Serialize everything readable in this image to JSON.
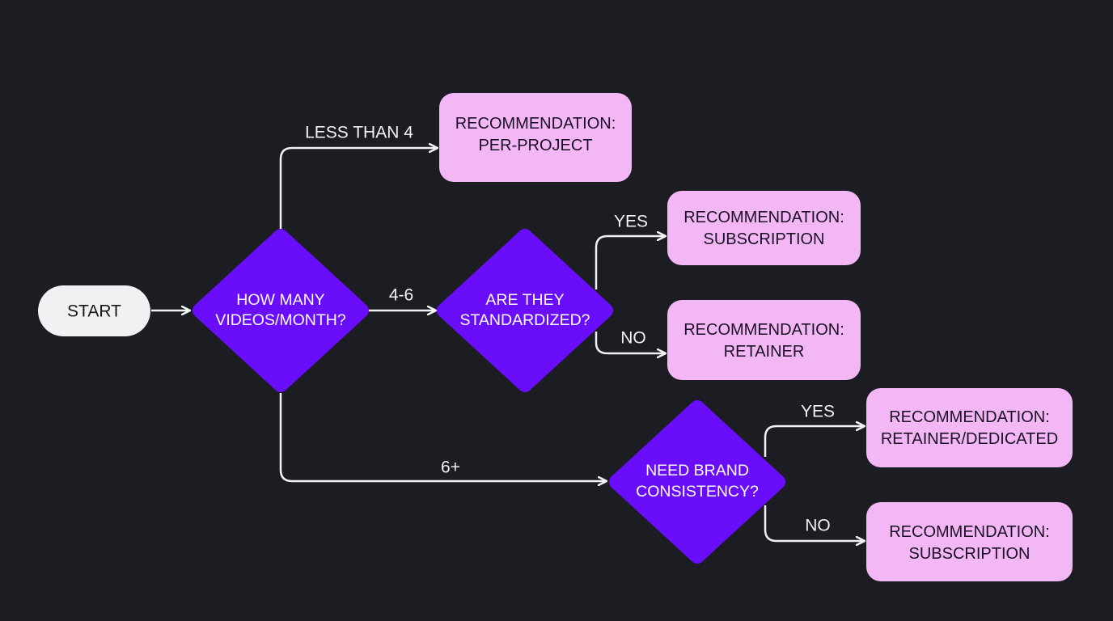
{
  "colors": {
    "background": "#1b1d23",
    "start_fill": "#f1f1f3",
    "decision_fill": "#6a0dfb",
    "result_fill": "#f4b7f5",
    "edge": "#f2f2f2"
  },
  "nodes": {
    "start": {
      "label": "START"
    },
    "videos_per_month": {
      "lines": [
        "HOW MANY",
        "VIDEOS/MONTH?"
      ]
    },
    "standardized": {
      "lines": [
        "ARE THEY",
        "STANDARDIZED?"
      ]
    },
    "brand_consistency": {
      "lines": [
        "NEED BRAND",
        "CONSISTENCY?"
      ]
    },
    "rec_per_project": {
      "lines": [
        "RECOMMENDATION:",
        "PER-PROJECT"
      ]
    },
    "rec_subscription_1": {
      "lines": [
        "RECOMMENDATION:",
        "SUBSCRIPTION"
      ]
    },
    "rec_retainer": {
      "lines": [
        "RECOMMENDATION:",
        "RETAINER"
      ]
    },
    "rec_retainer_dedicated": {
      "lines": [
        "RECOMMENDATION:",
        "RETAINER/DEDICATED"
      ]
    },
    "rec_subscription_2": {
      "lines": [
        "RECOMMENDATION:",
        "SUBSCRIPTION"
      ]
    }
  },
  "edges": {
    "less_than_4": "LESS THAN 4",
    "four_to_six": "4-6",
    "six_plus": "6+",
    "standardized_yes": "YES",
    "standardized_no": "NO",
    "brand_yes": "YES",
    "brand_no": "NO"
  }
}
